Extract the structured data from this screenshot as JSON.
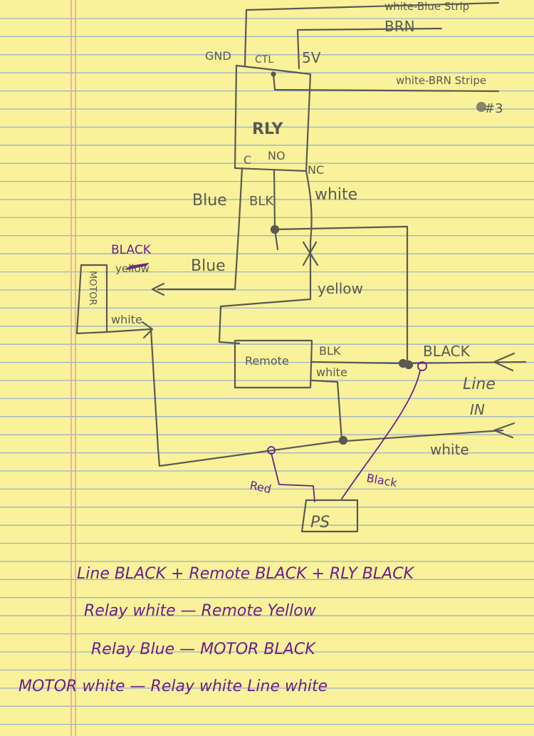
{
  "colors": {
    "paper": "#f9f29a",
    "rule_line": "#9fb2c8",
    "margin_line": "#e9a39c",
    "pencil": "#5a5a52",
    "ink": "#6a1f8c"
  },
  "diagram": {
    "relay_box": {
      "label": "RLY",
      "pin_gnd": "GND",
      "pin_ctl": "CTL",
      "pin_5v": "5V",
      "pin_c": "C",
      "pin_no": "NO",
      "pin_nc": "NC"
    },
    "top_wires": {
      "white_blue_stripe": "white-Blue Strip",
      "brown": "BRN",
      "white_brown_stripe": "white-BRN Stripe",
      "number_3": "#3"
    },
    "relay_wire_labels": {
      "blue_top": "Blue",
      "black": "BLK",
      "white": "white",
      "blue_lower": "Blue"
    },
    "motor": {
      "label": "MOTOR",
      "black_ink": "BLACK",
      "yellow_crossed": "yellow",
      "white": "white"
    },
    "yellow_wire": "yellow",
    "remote": {
      "label": "Remote",
      "black": "BLK",
      "white": "white"
    },
    "line_in": {
      "black": "BLACK",
      "label_line": "Line",
      "label_in": "IN",
      "white": "white"
    },
    "power_supply": {
      "label": "PS",
      "red": "Red",
      "black": "Black"
    }
  },
  "notes": [
    "Line BLACK +   Remote BLACK + RLY BLACK",
    "Relay white —   Remote Yellow",
    "Relay Blue — MOTOR BLACK",
    "MOTOR white — Relay white Line white"
  ]
}
